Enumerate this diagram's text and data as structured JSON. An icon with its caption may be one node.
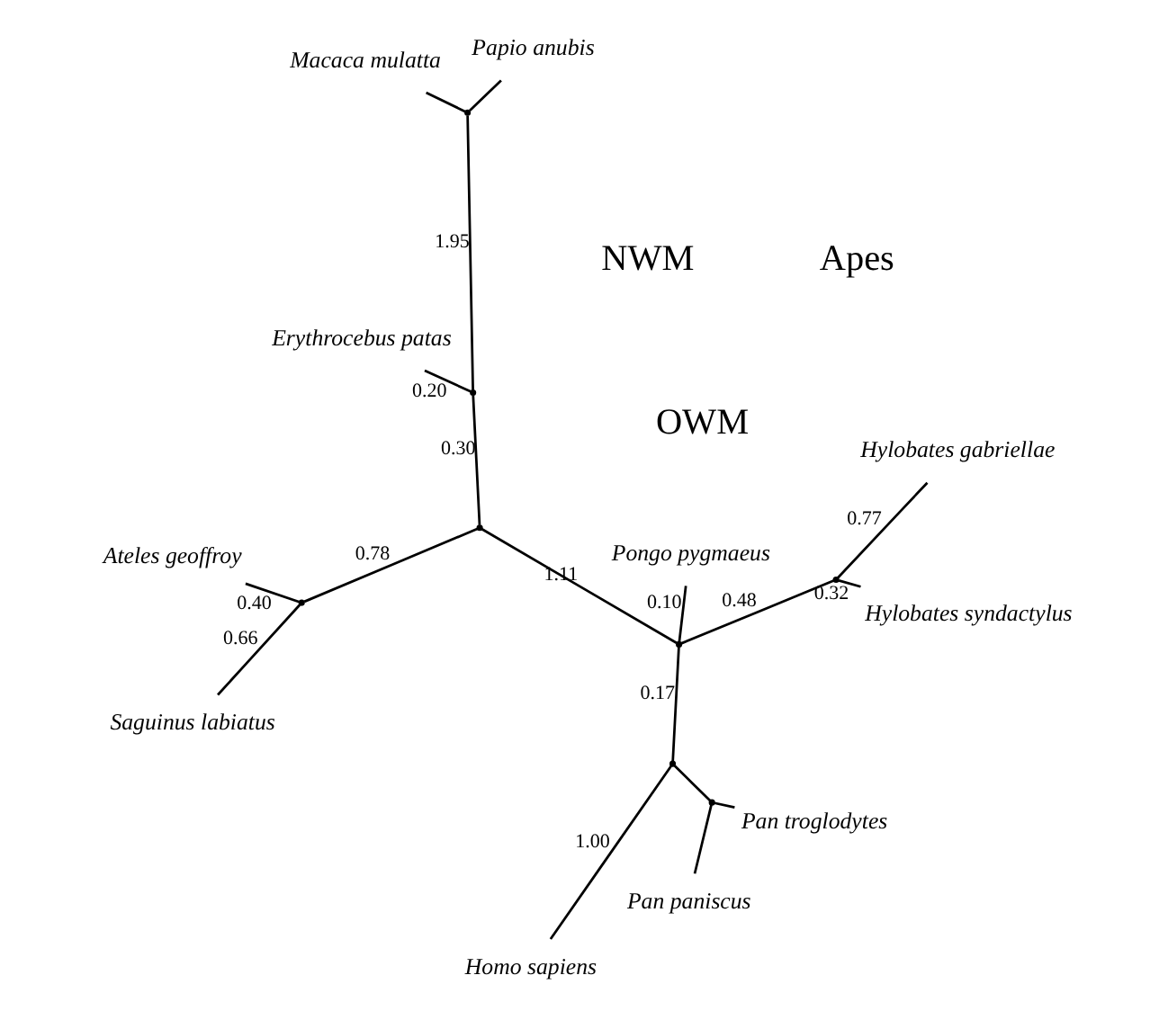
{
  "diagram": {
    "nodes": [
      {
        "text": [],
        "shape": "point"
      },
      {
        "text": [],
        "shape": "point"
      },
      {
        "text": [
          "Erythrocebus patas"
        ]
      },
      {
        "text": [
          "Papio anubis"
        ]
      },
      {
        "text": [
          "Macaca mulatta"
        ]
      },
      {
        "text": [],
        "shape": "point"
      },
      {
        "text": [],
        "shape": "point"
      },
      {
        "text": [
          "Pongo pygmaeus"
        ]
      },
      {
        "text": [],
        "shape": "point"
      },
      {
        "text": [],
        "shape": "point"
      },
      {
        "text": [
          "Homo sapiens"
        ]
      },
      {
        "text": [
          "Pan troglodytes"
        ]
      },
      {
        "text": [
          "Pan paniscus"
        ]
      },
      {
        "text": [],
        "shape": "point"
      },
      {
        "text": [
          "Hylobates gabriellae"
        ]
      },
      {
        "text": [
          "Hylobates syndactylus"
        ]
      },
      {
        "text": [],
        "shape": "point"
      },
      {
        "text": [
          "Ateles geoffroy"
        ]
      },
      {
        "text": [
          "Saguinus labiatus"
        ]
      }
    ],
    "edges": [
      {
        "from": 1,
        "to": 3,
        "arrow": "none"
      },
      {
        "from": 1,
        "to": 4,
        "arrow": "none"
      },
      {
        "from": 0,
        "to": 1,
        "arrow": "none",
        "label": "1.95"
      },
      {
        "from": 0,
        "to": 2,
        "arrow": "none",
        "label": "0.20"
      },
      {
        "from": 0,
        "to": 5,
        "arrow": "none",
        "label": "0.30"
      },
      {
        "from": 5,
        "to": 6,
        "arrow": "none",
        "label": "1.11"
      },
      {
        "from": 6,
        "to": 7,
        "arrow": "none",
        "label": "0.10"
      },
      {
        "from": 6,
        "to": 8,
        "arrow": "none",
        "label": "0.17"
      },
      {
        "from": 8,
        "to": 10,
        "arrow": "none",
        "label": "1.00"
      },
      {
        "from": 8,
        "to": 9,
        "arrow": "none"
      },
      {
        "from": 9,
        "to": 11,
        "arrow": "none"
      },
      {
        "from": 9,
        "to": 12,
        "arrow": "none"
      },
      {
        "from": 6,
        "to": 13,
        "arrow": "none",
        "label": "0.48"
      },
      {
        "from": 13,
        "to": 14,
        "arrow": "none",
        "label": "0.77"
      },
      {
        "from": 13,
        "to": 15,
        "arrow": "none",
        "label": "0.32"
      },
      {
        "from": 5,
        "to": 16,
        "arrow": "none",
        "label": "0.78"
      },
      {
        "from": 16,
        "to": 17,
        "arrow": "none",
        "label": "0.40"
      },
      {
        "from": 16,
        "to": 18,
        "arrow": "none",
        "label": "0.66"
      }
    ],
    "labels": [
      "OWM",
      "Apes",
      "NWM"
    ]
  }
}
